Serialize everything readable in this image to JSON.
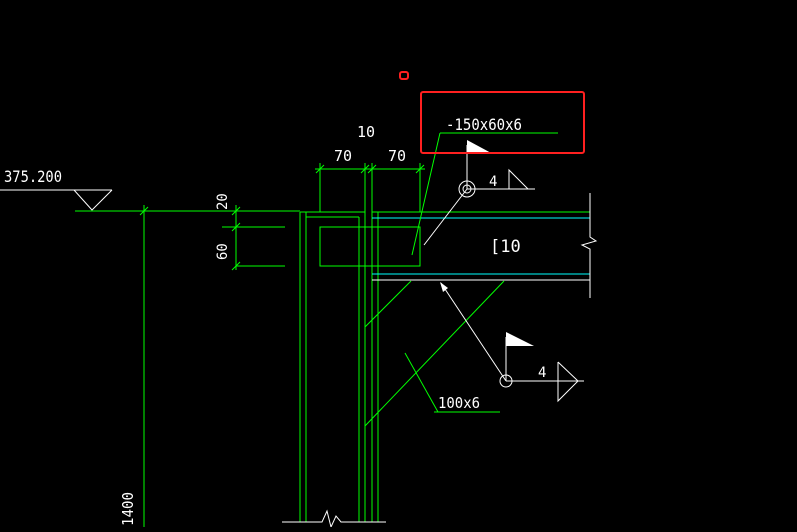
{
  "drawing": {
    "elevation_label": "375.200",
    "dim_top_10": "10",
    "dim_left_70": "70",
    "dim_right_70": "70",
    "dim_20": "20",
    "dim_60": "60",
    "dim_1400": "1400",
    "plate_callout": "-150x60x6",
    "channel_label": "[10",
    "brace_label": "100x6",
    "weld_size_top": "4",
    "weld_size_bottom": "4"
  },
  "colors": {
    "background": "#000000",
    "line_green": "#00ff00",
    "line_cyan": "#00ffff",
    "line_white": "#ffffff",
    "highlight_red": "#ff2020"
  }
}
